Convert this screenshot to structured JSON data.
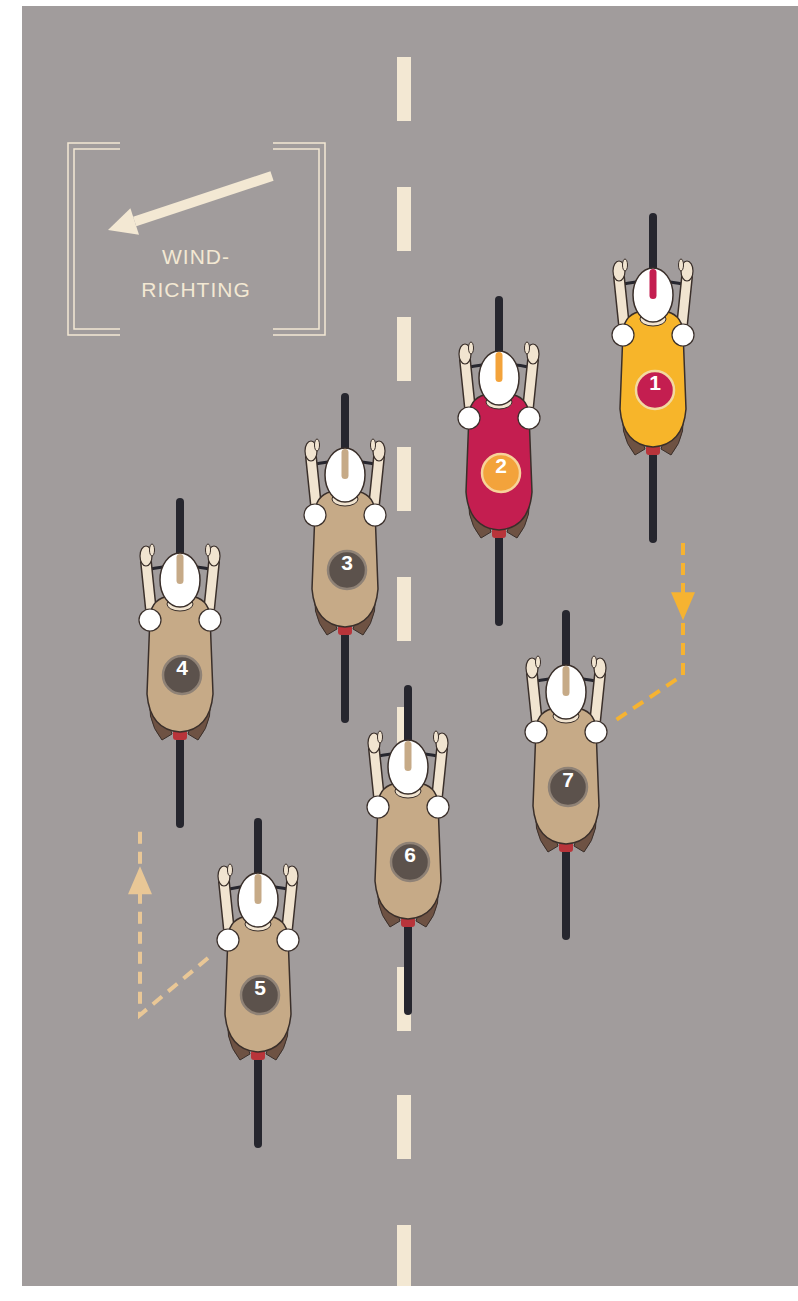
{
  "diagram": {
    "nodes": [
      {
        "text": [
          "WIND- RICHTING"
        ]
      },
      {
        "text": [
          "1"
        ]
      },
      {
        "text": [
          "2"
        ]
      },
      {
        "text": [
          "3"
        ]
      },
      {
        "text": [
          "4"
        ]
      },
      {
        "text": [
          "5"
        ]
      },
      {
        "text": [
          "6"
        ]
      },
      {
        "text": [
          "7"
        ]
      }
    ],
    "edges": [
      {
        "from": 1,
        "to": 7,
        "arrow": "to"
      },
      {
        "from": 5,
        "to": 4,
        "arrow": "to"
      }
    ]
  }
}
